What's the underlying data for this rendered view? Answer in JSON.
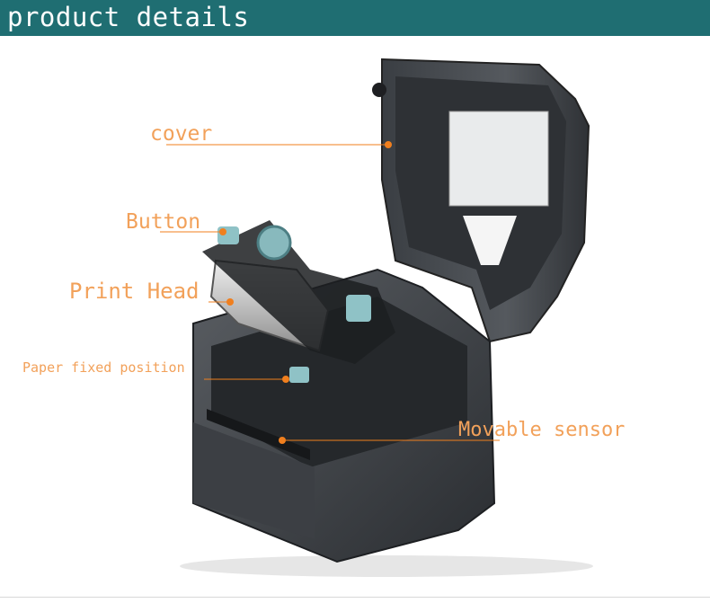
{
  "banner": {
    "title": "product details",
    "color": "#1f6e72"
  },
  "labels": {
    "cover": "cover",
    "button": "Button",
    "print_head": "Print Head",
    "paper_position": "Paper fixed position",
    "movable_sensor": "Movable sensor"
  },
  "colors": {
    "label": "#f2a15a",
    "marker": "#f07f1e"
  }
}
